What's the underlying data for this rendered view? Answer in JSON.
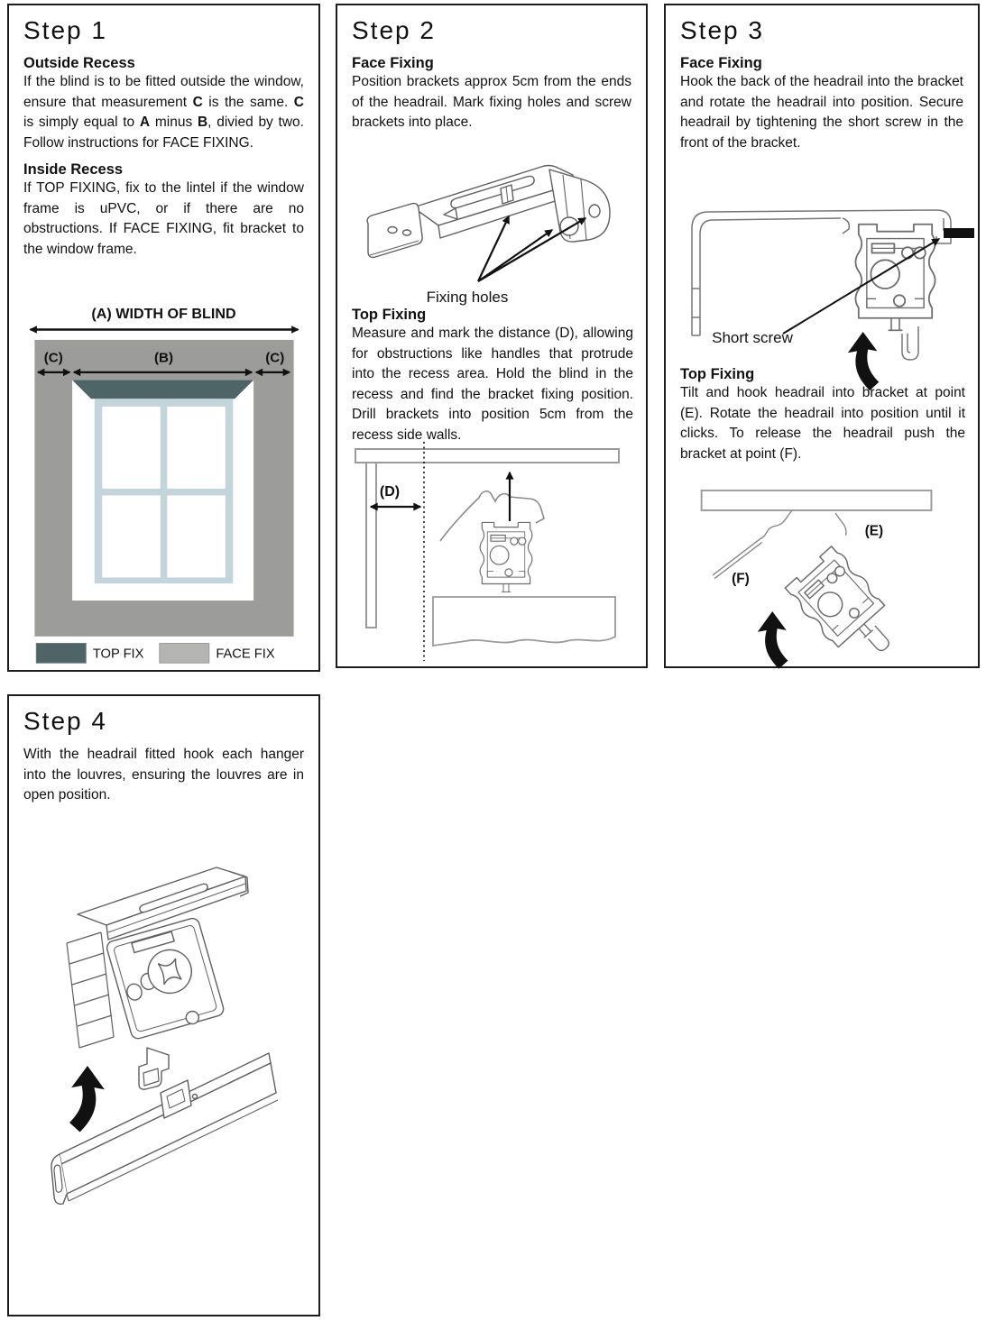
{
  "step1": {
    "title": "Step 1",
    "outside_heading": "Outside Recess",
    "outside_body": [
      {
        "text": "If the blind is to be fitted outside the window, ensure that measurement "
      },
      {
        "text": "C",
        "bold": true
      },
      {
        "text": " is the same.  "
      },
      {
        "text": "C",
        "bold": true
      },
      {
        "text": " is simply equal to "
      },
      {
        "text": "A",
        "bold": true
      },
      {
        "text": " minus "
      },
      {
        "text": "B",
        "bold": true
      },
      {
        "text": ", divied by two.  Follow instructions for FACE FIXING."
      }
    ],
    "inside_heading": "Inside Recess",
    "inside_body": "If TOP FIXING, fix to the lintel if the window frame is uPVC, or if there are no obstructions.  If FACE FIXING, fit bracket to the window frame.",
    "diagram": {
      "width_label": "(A) WIDTH OF BLIND",
      "c_left": "(C)",
      "b_center": "(B)",
      "c_right": "(C)",
      "legend": {
        "top_fix": "TOP FIX",
        "face_fix": "FACE FIX"
      },
      "colors": {
        "wall": "#9c9c9a",
        "top_fix": "#4e6467",
        "face_fix": "#b4b4b2",
        "window_frame": "#c3d4db"
      }
    }
  },
  "step2": {
    "title": "Step 2",
    "face_heading": "Face Fixing",
    "face_body": "Position brackets approx 5cm from the ends of the headrail.  Mark fixing holes and screw brackets into place.",
    "bracket_caption": "Fixing holes",
    "top_heading": "Top Fixing",
    "top_body": "Measure and mark the distance (D), allowing for obstructions like handles that protrude into the recess area. Hold the blind in the recess and find the bracket fixing position. Drill brackets into position 5cm from the recess side walls.",
    "distance_label": "(D)"
  },
  "step3": {
    "title": "Step 3",
    "face_heading": "Face Fixing",
    "face_body": "Hook the back of the headrail into the bracket and rotate the headrail into position.  Secure headrail by tightening the short screw in the front of the bracket.",
    "screw_label": "Short screw",
    "top_heading": "Top Fixing",
    "top_body": "Tilt and hook headrail into bracket at point (E).  Rotate the headrail into position until it clicks.  To release the headrail push the bracket at point (F).",
    "point_e_label": "(E)",
    "point_f_label": "(F)"
  },
  "step4": {
    "title": "Step 4",
    "body": "With the headrail fitted hook each hanger into the louvres, ensuring the louvres are in open position."
  }
}
